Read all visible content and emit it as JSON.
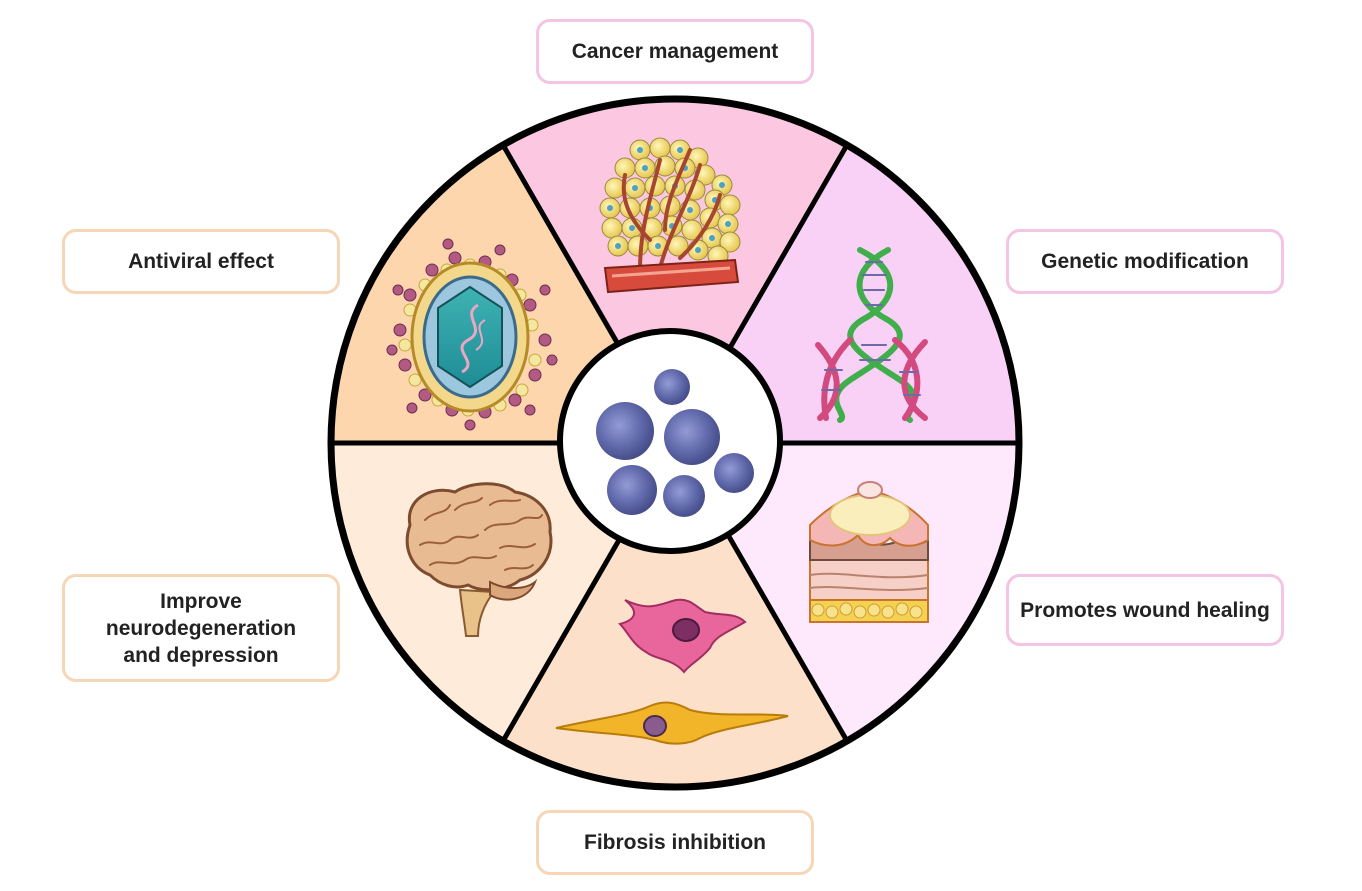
{
  "labels": {
    "cancer_management": "Cancer management",
    "genetic_modification": "Genetic modification",
    "wound_healing": "Promotes wound healing",
    "fibrosis_inhibition": "Fibrosis inhibition",
    "neurodegeneration": "Improve\nneurodegeneration\nand depression",
    "antiviral": "Antiviral effect"
  },
  "colors": {
    "outline": "#000000",
    "cancer_segment": "#fcc8e1",
    "genetic_segment": "#f9d1f6",
    "wound_segment": "#fde9fb",
    "fibrosis_segment": "#fde0c9",
    "neuro_segment": "#feebd9",
    "antiviral_segment": "#fdd6ad",
    "label_border_pink": "#f4c4e4",
    "label_border_orange": "#f6d6b6",
    "center_cell": "#5a63a8"
  },
  "icons": {
    "center": "stem-cells-icon",
    "cancer": "tumor-with-blood-vessels-icon",
    "genetic": "dna-double-helix-icon",
    "wound": "skin-wound-icon",
    "fibrosis": "fibroblast-cells-icon",
    "neuro": "brain-icon",
    "antiviral": "virus-particle-icon"
  }
}
